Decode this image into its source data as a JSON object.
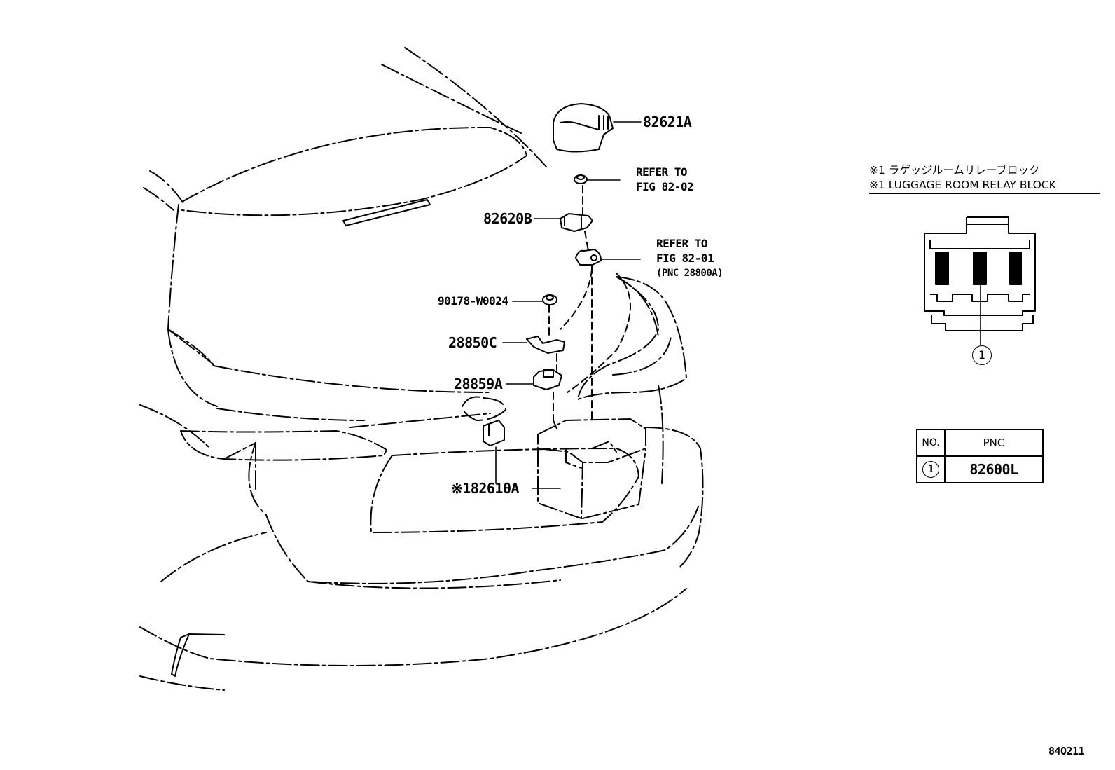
{
  "callouts": {
    "p82621A": "82621A",
    "refer1_l1": "REFER TO",
    "refer1_l2": "FIG 82-02",
    "p82620B": "82620B",
    "refer2_l1": "REFER TO",
    "refer2_l2": "FIG 82-01",
    "refer2_l3": "(PNC 28800A)",
    "p90178": "90178-W0024",
    "p28850C": "28850C",
    "p28859A": "28859A",
    "p82610A": "※182610A"
  },
  "notes": {
    "jp": "※1 ラゲッジルームリレーブロック",
    "en": "※1 LUGGAGE ROOM RELAY BLOCK"
  },
  "legend": {
    "header_no": "NO.",
    "header_pnc": "PNC",
    "row_marker": "1",
    "row_pnc": "82600L"
  },
  "marker": "1",
  "figure_id": "84Q211"
}
